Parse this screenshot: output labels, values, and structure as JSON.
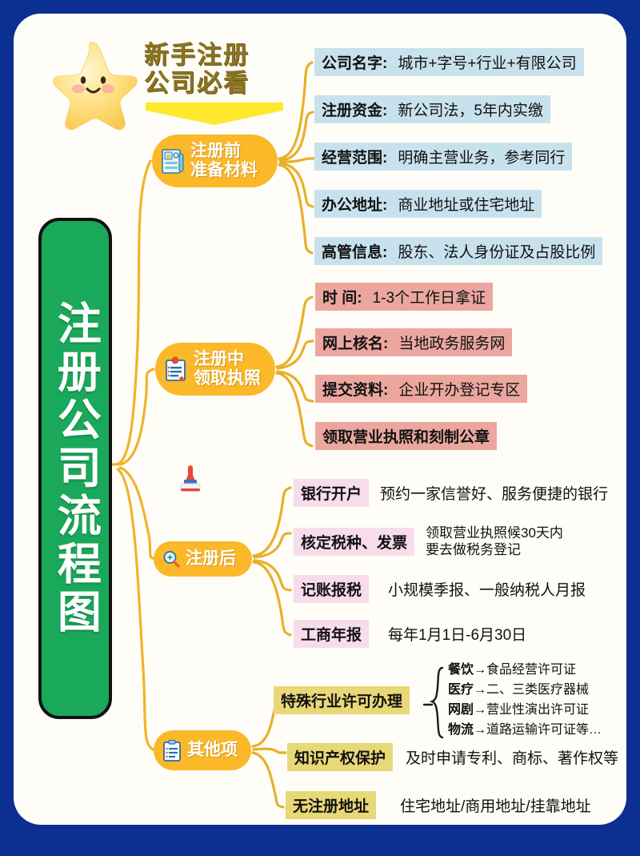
{
  "theme": {
    "frame": "#0c3091",
    "panel": "#fffdf7",
    "accent_yellow": "#fbb829",
    "center_green": "#1aa85a",
    "blue_chip": "#c8e2ed",
    "salmon_chip": "#eba79f",
    "pink_chip": "#f7dcec",
    "khaki_chip": "#e9d878",
    "title_gold": "#8a7322"
  },
  "header": {
    "line1": "新手注册",
    "line2": "公司必看",
    "star_icon": "star-icon",
    "ribbon_icon": "ribbon-banner"
  },
  "center": {
    "title": "注册公司流程图"
  },
  "branches": [
    {
      "id": "pre-registration",
      "label": "注册前\n准备材料",
      "icon": "document-certificate-icon",
      "items": [
        {
          "chip": "公司名字:",
          "text": "城市+字号+行业+有限公司",
          "style": "blue"
        },
        {
          "chip": "注册资金:",
          "text": "新公司法，5年内实缴",
          "style": "blue"
        },
        {
          "chip": "经营范围:",
          "text": "明确主营业务，参考同行",
          "style": "blue"
        },
        {
          "chip": "办公地址:",
          "text": "商业地址或住宅地址",
          "style": "blue"
        },
        {
          "chip": "高管信息:",
          "text": "股东、法人身份证及占股比例",
          "style": "blue"
        }
      ]
    },
    {
      "id": "during-registration",
      "label": "注册中\n领取执照",
      "icon": "clipboard-stamp-icon",
      "items": [
        {
          "chip": "时 间:",
          "text": "1-3个工作日拿证",
          "style": "salmon"
        },
        {
          "chip": "网上核名:",
          "text": "当地政务服务网",
          "style": "salmon"
        },
        {
          "chip": "提交资料:",
          "text": "企业开办登记专区",
          "style": "salmon"
        },
        {
          "chip": "领取营业执照和刻制公章",
          "text": "",
          "style": "salmon"
        }
      ]
    },
    {
      "id": "post-registration",
      "label": "注册后",
      "icon": "magnifier-icon",
      "stamp_icon": "rubber-stamp-icon",
      "items": [
        {
          "chip": "银行开户",
          "text": "预约一家信誉好、服务便捷的银行",
          "style": "pink"
        },
        {
          "chip": "核定税种、发票",
          "text": "领取营业执照候30天内\n要去做税务登记",
          "style": "pink"
        },
        {
          "chip": "记账报税",
          "text": "小规模季报、一般纳税人月报",
          "style": "pink"
        },
        {
          "chip": "工商年报",
          "text": "每年1月1日-6月30日",
          "style": "pink"
        }
      ]
    },
    {
      "id": "other-items",
      "label": "其他项",
      "icon": "checklist-icon",
      "items": [
        {
          "chip": "特殊行业许可办理",
          "text": "",
          "style": "khaki",
          "brace": true,
          "sublist": [
            {
              "key": "餐饮",
              "value": "→食品经营许可证"
            },
            {
              "key": "医疗",
              "value": "→二、三类医疗器械"
            },
            {
              "key": "网剧",
              "value": "→营业性演出许可证"
            },
            {
              "key": "物流",
              "value": "→道路运输许可证等…"
            }
          ]
        },
        {
          "chip": "知识产权保护",
          "text": "及时申请专利、商标、著作权等",
          "style": "khaki"
        },
        {
          "chip": "无注册地址",
          "text": "住宅地址/商用地址/挂靠地址",
          "style": "khaki"
        }
      ]
    }
  ]
}
